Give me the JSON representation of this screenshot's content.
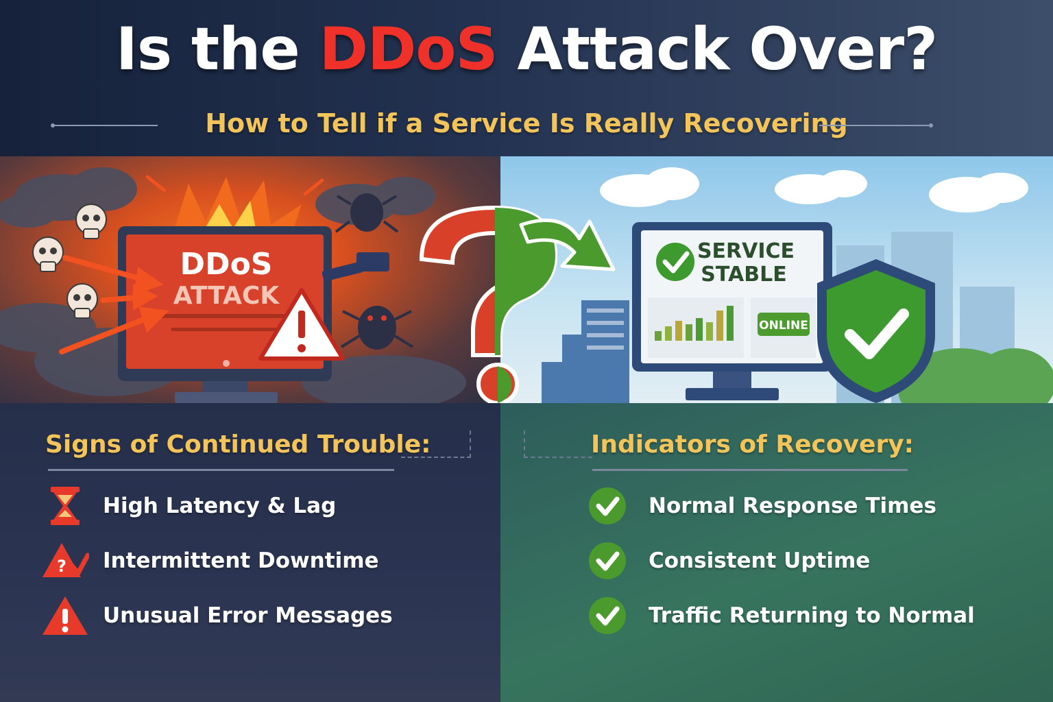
{
  "header": {
    "title_pre": "Is the",
    "title_accent": "DDoS",
    "title_post": "Attack Over?",
    "subtitle": "How to Tell if a Service Is Really Recovering"
  },
  "illustration": {
    "attack_screen_line1": "DDoS",
    "attack_screen_line2": "ATTACK",
    "stable_screen_line1": "SERVICE",
    "stable_screen_line2": "STABLE",
    "online_badge": "ONLINE"
  },
  "trouble": {
    "heading": "Signs of Continued Trouble:",
    "items": [
      {
        "label": "High Latency & Lag",
        "icon": "hourglass-icon"
      },
      {
        "label": "Intermittent Downtime",
        "icon": "warning-question-icon"
      },
      {
        "label": "Unusual Error Messages",
        "icon": "warning-exclamation-icon"
      }
    ]
  },
  "recovery": {
    "heading": "Indicators of Recovery:",
    "items": [
      {
        "label": "Normal Response Times",
        "icon": "check-circle-icon"
      },
      {
        "label": "Consistent Uptime",
        "icon": "check-circle-icon"
      },
      {
        "label": "Traffic Returning to Normal",
        "icon": "check-circle-icon"
      }
    ]
  },
  "colors": {
    "accent_red": "#f0312a",
    "heading_gold": "#f3c45a",
    "check_green": "#4a9a2e"
  }
}
